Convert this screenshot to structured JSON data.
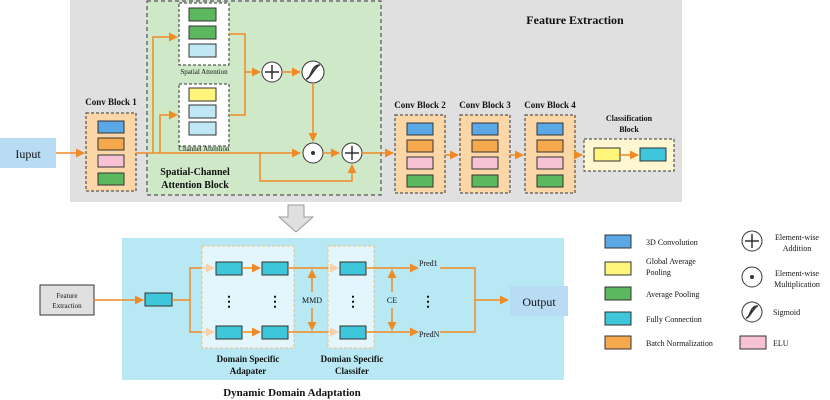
{
  "feature_extraction": {
    "title": "Feature Extraction",
    "input_label": "Iuput",
    "conv_block_1": "Conv Block 1",
    "conv_block_2": "Conv Block 2",
    "conv_block_3": "Conv Block 3",
    "conv_block_4": "Conv Block 4",
    "classification_block": [
      "Classification",
      "Block"
    ],
    "spatial_attention": "Spatial Attention",
    "channel_attention": "Channel Attention",
    "attention_block": [
      "Spatial-Channel",
      "Attention Block"
    ]
  },
  "domain_adaptation": {
    "title": "Dynamic Domain Adaptation",
    "feature_extraction_box": [
      "Feature",
      "Extraction"
    ],
    "mmd": "MMD",
    "ce": "CE",
    "pred1": "Pred1",
    "predN": "PredN",
    "output": "Output",
    "adapter_label": [
      "Domain Specific",
      "Adapater"
    ],
    "classifier_label": [
      "Domian Specific",
      "Classifer"
    ],
    "dots": "⋮"
  },
  "legend": {
    "items": [
      {
        "label": [
          "3D Convolution"
        ],
        "color": "#5aa8e6"
      },
      {
        "label": [
          "Global Average",
          "Pooling"
        ],
        "color": "#fff57a"
      },
      {
        "label": [
          "Average Pooling"
        ],
        "color": "#5cb85c"
      },
      {
        "label": [
          "Fully Connection"
        ],
        "color": "#3ec6db"
      },
      {
        "label": [
          "Batch Normalization"
        ],
        "color": "#f5a94c"
      }
    ],
    "ops": [
      {
        "symbol": "plus-icon",
        "label": [
          "Element-wise",
          "Addition"
        ]
      },
      {
        "symbol": "dot-icon",
        "label": [
          "Element-wise",
          "Multiplication"
        ]
      },
      {
        "symbol": "sigmoid-icon",
        "label": [
          "Sigmoid"
        ]
      },
      {
        "symbol": "elu-swatch",
        "label": [
          "ELU"
        ],
        "color": "#f7c3d4"
      }
    ]
  },
  "colors": {
    "arrow": "#f08a24",
    "panel_gray": "#e0e0e0",
    "panel_green": "#cfe8c8",
    "panel_cyan": "#b7e8f4",
    "block_fill": "#fbd7a8",
    "conv": "#5aa8e6",
    "bn": "#f5a94c",
    "elu": "#f7c3d4",
    "avgpool": "#5cb85c",
    "gap": "#fff57a",
    "fc": "#3ec6db",
    "io_box": "#b9dcf5"
  }
}
